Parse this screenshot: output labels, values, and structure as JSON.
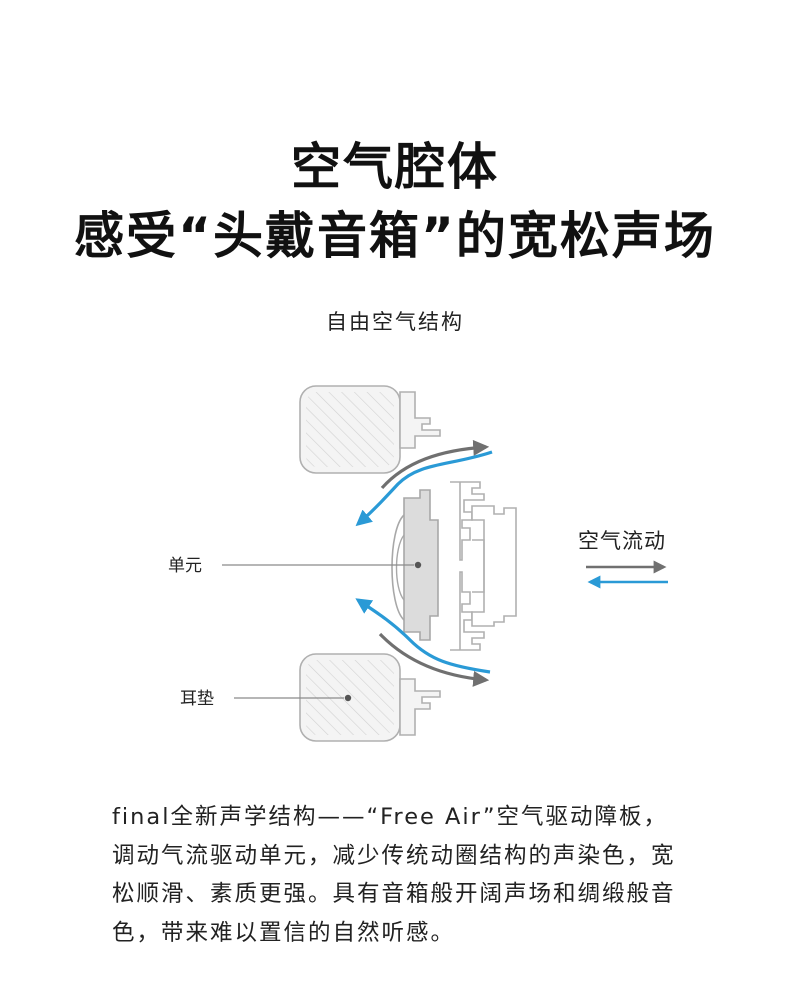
{
  "headline": {
    "line1": "空气腔体",
    "line2": "感受“头戴音箱”的宽松声场"
  },
  "diagram": {
    "subtitle": "自由空气结构",
    "labels": {
      "driver": "单元",
      "earpad": "耳垫",
      "airflow": "空气流动"
    },
    "colors": {
      "arrow_gray": "#707070",
      "arrow_blue": "#2a9ad6",
      "outline": "#b0b0b0",
      "fill": "#f4f4f4",
      "driver_fill": "#dcdcdc"
    }
  },
  "description": "final全新声学结构——“Free Air”空气驱动障板，调动气流驱动单元，减少传统动圈结构的声染色，宽松顺滑、素质更强。具有音箱般开阔声场和绸缎般音色，带来难以置信的自然听感。"
}
